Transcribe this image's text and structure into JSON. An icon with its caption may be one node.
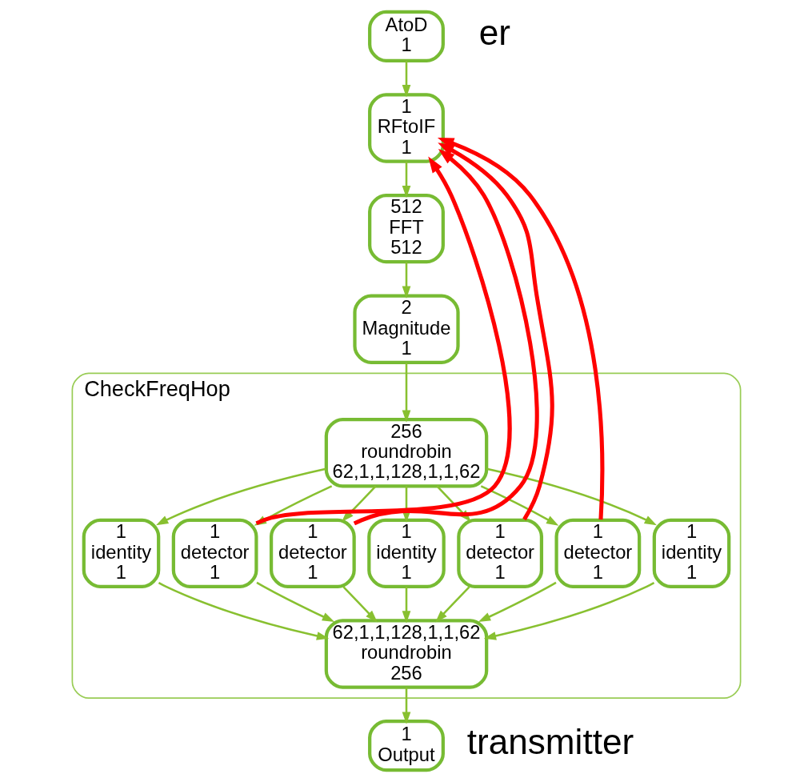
{
  "diagram": {
    "nodes": [
      {
        "text": [
          "AtoD",
          "1"
        ]
      },
      {
        "text": [
          "1",
          "RFtoIF",
          "1"
        ]
      },
      {
        "text": [
          "512",
          "FFT",
          "512"
        ]
      },
      {
        "text": [
          "2",
          "Magnitude",
          "1"
        ]
      },
      {
        "text": [
          "CheckFreqHop"
        ]
      },
      {
        "text": [
          "256",
          "roundrobin",
          "62,1,1,128,1,1,62"
        ],
        "in": 4
      },
      {
        "text": [
          "1",
          "identity",
          "1"
        ],
        "in": 4
      },
      {
        "text": [
          "1",
          "detector",
          "1"
        ],
        "in": 4
      },
      {
        "text": [
          "1",
          "detector",
          "1"
        ],
        "in": 4
      },
      {
        "text": [
          "1",
          "identity",
          "1"
        ],
        "in": 4
      },
      {
        "text": [
          "1",
          "detector",
          "1"
        ],
        "in": 4
      },
      {
        "text": [
          "1",
          "detector",
          "1"
        ],
        "in": 4
      },
      {
        "text": [
          "1",
          "identity",
          "1"
        ],
        "in": 4
      },
      {
        "text": [
          "62,1,1,128,1,1,62",
          "roundrobin",
          "256"
        ],
        "in": 4
      },
      {
        "text": [
          "1",
          "Output"
        ]
      }
    ],
    "edges": [
      {
        "from": 0,
        "to": 1,
        "arrow": "to"
      },
      {
        "from": 1,
        "to": 2,
        "arrow": "to"
      },
      {
        "from": 2,
        "to": 3,
        "arrow": "to"
      },
      {
        "from": 3,
        "to": 5,
        "arrow": "to"
      },
      {
        "from": 5,
        "to": 6,
        "arrow": "to"
      },
      {
        "from": 5,
        "to": 7,
        "arrow": "to"
      },
      {
        "from": 5,
        "to": 8,
        "arrow": "to"
      },
      {
        "from": 5,
        "to": 9,
        "arrow": "to"
      },
      {
        "from": 5,
        "to": 10,
        "arrow": "to"
      },
      {
        "from": 5,
        "to": 11,
        "arrow": "to"
      },
      {
        "from": 5,
        "to": 12,
        "arrow": "to"
      },
      {
        "from": 6,
        "to": 13,
        "arrow": "to"
      },
      {
        "from": 7,
        "to": 13,
        "arrow": "to"
      },
      {
        "from": 8,
        "to": 13,
        "arrow": "to"
      },
      {
        "from": 9,
        "to": 13,
        "arrow": "to"
      },
      {
        "from": 10,
        "to": 13,
        "arrow": "to"
      },
      {
        "from": 11,
        "to": 13,
        "arrow": "to"
      },
      {
        "from": 12,
        "to": 13,
        "arrow": "to"
      },
      {
        "from": 13,
        "to": 14,
        "arrow": "to"
      },
      {
        "from": 7,
        "to": 1,
        "arrow": "to",
        "style": "thick",
        "color": "#ff0000"
      },
      {
        "from": 8,
        "to": 1,
        "arrow": "to",
        "style": "thick",
        "color": "#ff0000"
      },
      {
        "from": 10,
        "to": 1,
        "arrow": "to",
        "style": "thick",
        "color": "#ff0000"
      },
      {
        "from": 11,
        "to": 1,
        "arrow": "to",
        "style": "thick",
        "color": "#ff0000"
      }
    ],
    "labels": [
      "er",
      "transmitter"
    ]
  }
}
